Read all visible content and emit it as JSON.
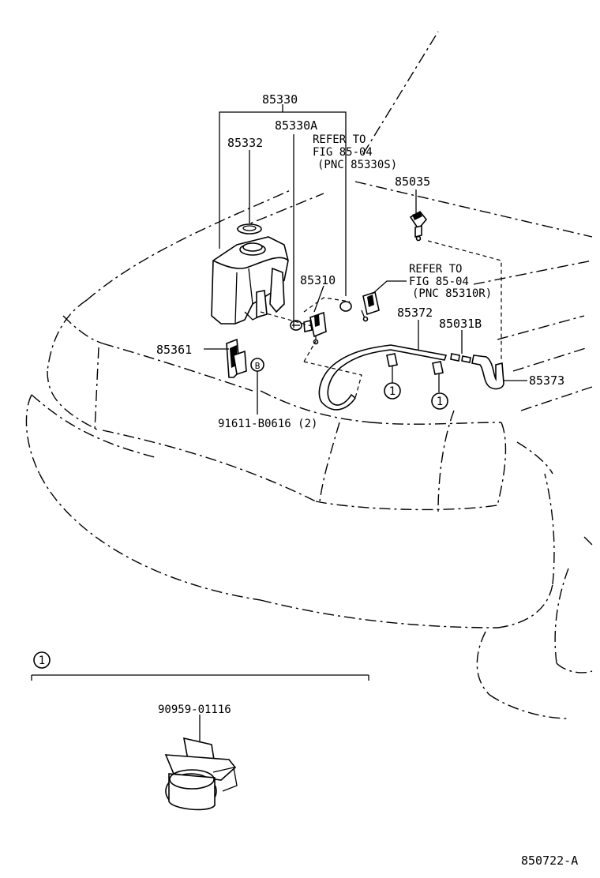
{
  "labels": {
    "tank_assembly": "85330",
    "tank_sub": "85330A",
    "cap": "85332",
    "refer_pump_l1": "REFER TO",
    "refer_pump_l2": "FIG 85-04",
    "refer_pump_l3": "(PNC 85330S)",
    "nozzle": "85035",
    "refer_motor_l1": "REFER TO",
    "refer_motor_l2": "FIG 85-04",
    "refer_motor_l3": "(PNC 85310R)",
    "pump": "85310",
    "hose": "85372",
    "joint": "85031B",
    "bracket": "85361",
    "hose_end": "85373",
    "bolt": "91611-B0616 (2)",
    "clamp": "90959-01116",
    "callout_one": "1",
    "callout_b": "B",
    "figure_id": "850722-A"
  }
}
